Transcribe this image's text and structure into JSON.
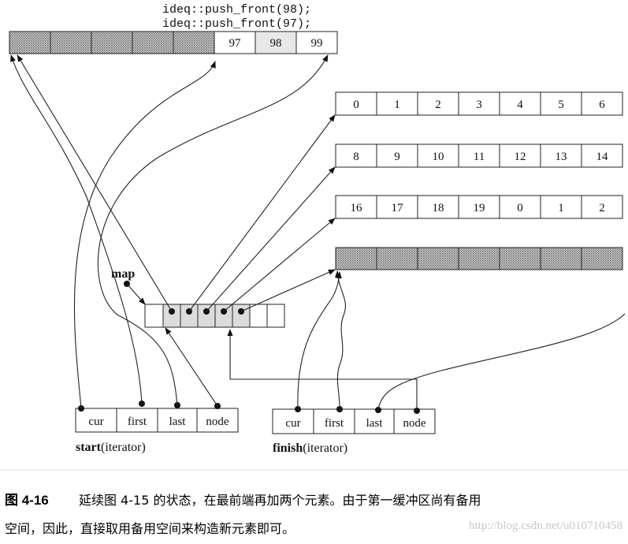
{
  "code": {
    "line1": "ideq::push_front(98);",
    "line2": "ideq::push_front(97);"
  },
  "top_buffer": {
    "values": [
      "97",
      "98",
      "99"
    ]
  },
  "buffers": [
    {
      "values": [
        "0",
        "1",
        "2",
        "3",
        "4",
        "5",
        "6"
      ]
    },
    {
      "values": [
        "8",
        "9",
        "10",
        "11",
        "12",
        "13",
        "14"
      ]
    },
    {
      "values": [
        "16",
        "17",
        "18",
        "19",
        "0",
        "1",
        "2"
      ]
    }
  ],
  "map_label": "map",
  "start_iterator": {
    "fields": [
      "cur",
      "first",
      "last",
      "node"
    ],
    "name": "start",
    "suffix": "(iterator)"
  },
  "finish_iterator": {
    "fields": [
      "cur",
      "first",
      "last",
      "node"
    ],
    "name": "finish",
    "suffix": "(iterator)"
  },
  "caption": {
    "figure_no": "图 4-16",
    "line1": "延续图 4-15 的状态，在最前端再加两个元素。由于第一缓冲区尚有备用",
    "line2": "空间，因此，直接取用备用空间来构造新元素即可。"
  },
  "watermark": "http://blog.csdn.net/u010710458"
}
